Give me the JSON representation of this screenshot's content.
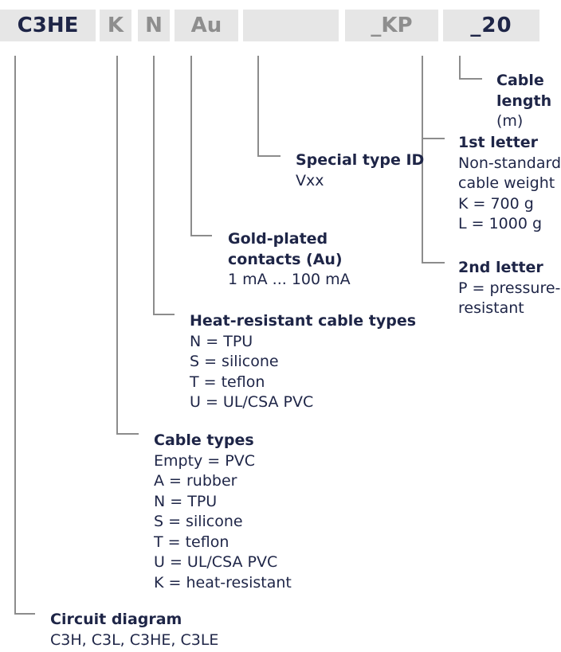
{
  "code_segments": [
    "C3HE",
    "K",
    "N",
    "Au",
    "",
    "_KP",
    "_20"
  ],
  "annotations": {
    "cable_length": {
      "title_lines": [
        "Cable",
        "length"
      ],
      "desc_lines": [
        "(m)"
      ]
    },
    "first_letter": {
      "title": "1st letter",
      "desc_lines": [
        "Non-standard",
        "cable weight",
        "K = 700 g",
        "L = 1000 g"
      ]
    },
    "second_letter": {
      "title": "2nd letter",
      "desc_lines": [
        "P = pressure-",
        "resistant"
      ]
    },
    "special_type": {
      "title": "Special type ID",
      "desc_lines": [
        "Vxx"
      ]
    },
    "gold_plated": {
      "title_lines": [
        "Gold-plated",
        "contacts (Au)"
      ],
      "desc_lines": [
        "1 mA ... 100 mA"
      ]
    },
    "heat_resistant": {
      "title": "Heat-resistant cable types",
      "desc_lines": [
        "N = TPU",
        "S = silicone",
        "T = teflon",
        "U = UL/CSA PVC"
      ]
    },
    "cable_types": {
      "title": "Cable types",
      "desc_lines": [
        "Empty = PVC",
        "A = rubber",
        "N = TPU",
        "S = silicone",
        "T = teflon",
        "U = UL/CSA PVC",
        "K = heat-resistant"
      ]
    },
    "circuit_diagram": {
      "title": "Circuit diagram",
      "desc_lines": [
        "C3H, C3L, C3HE, C3LE"
      ]
    }
  },
  "colors": {
    "dark_navy": "#1e2547",
    "box_gray": "#e6e6e6",
    "code_gray": "#8e8e8e",
    "line_gray": "#8c8c8c"
  }
}
